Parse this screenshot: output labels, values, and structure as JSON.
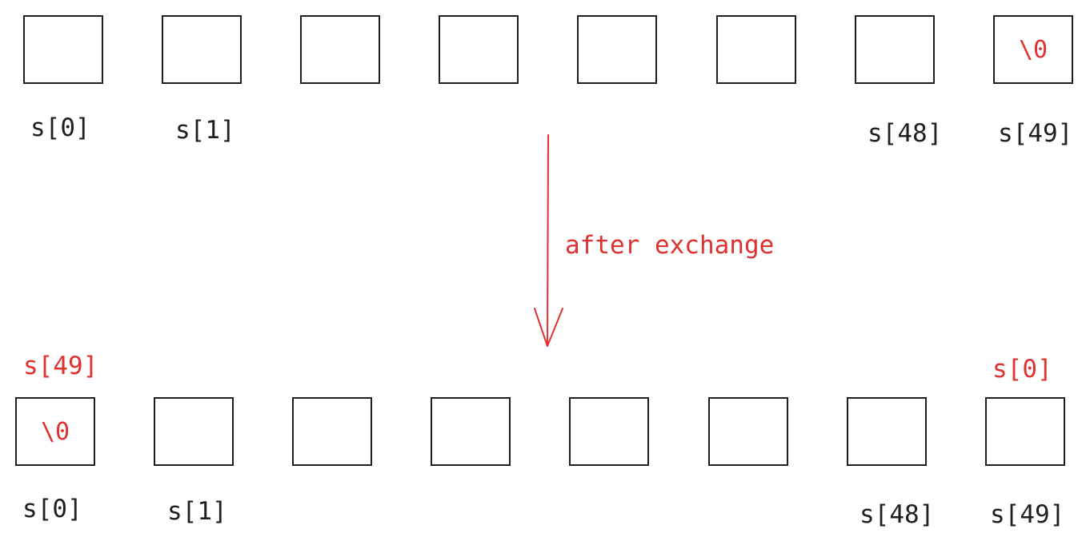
{
  "colors": {
    "stroke": "#1e1e1e",
    "accent": "#e03131"
  },
  "before": {
    "labels": {
      "s0": "s[0]",
      "s1": "s[1]",
      "s48": "s[48]",
      "s49": "s[49]"
    },
    "last_cell_content": "\\0"
  },
  "arrow": {
    "label": "after exchange"
  },
  "after": {
    "swapped_labels": {
      "first": "s[49]",
      "last": "s[0]"
    },
    "labels": {
      "s0": "s[0]",
      "s1": "s[1]",
      "s48": "s[48]",
      "s49": "s[49]"
    },
    "first_cell_content": "\\0"
  }
}
